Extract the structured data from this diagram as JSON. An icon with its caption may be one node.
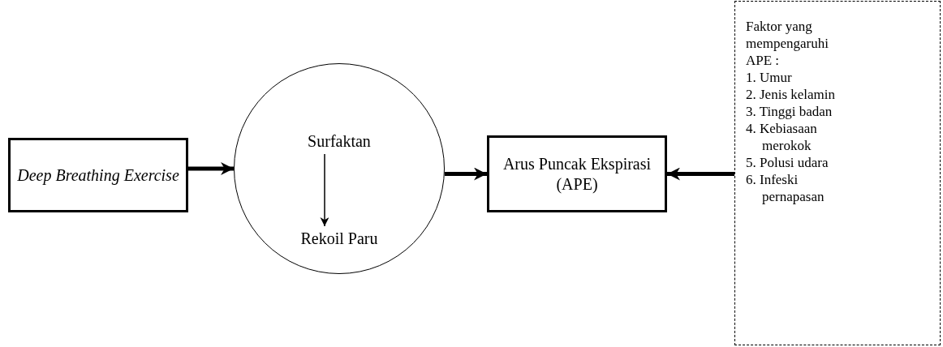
{
  "diagram": {
    "nodes": [
      {
        "text": [
          "Deep Breathing Exercise"
        ]
      },
      {
        "text": [],
        "shape": "circle"
      },
      {
        "text": [
          "Surfaktan"
        ],
        "in": 1
      },
      {
        "text": [
          "Rekoil Paru"
        ],
        "in": 1
      },
      {
        "text": [
          "Arus Puncak Ekspirasi (APE)"
        ]
      },
      {
        "text": [
          "Faktor yang mempengaruhi APE :",
          "1. Umur",
          "2. Jenis kelamin",
          "3. Tinggi badan",
          "4. Kebiasaan merokok",
          "5. Polusi udara",
          "6. Infeski pernapasan"
        ]
      }
    ],
    "edges": [
      {
        "from": 0,
        "to": 1,
        "arrow": "to"
      },
      {
        "from": 2,
        "to": 3,
        "arrow": "to"
      },
      {
        "from": 1,
        "to": 4,
        "arrow": "to"
      },
      {
        "from": 5,
        "to": 4,
        "arrow": "to"
      }
    ]
  }
}
